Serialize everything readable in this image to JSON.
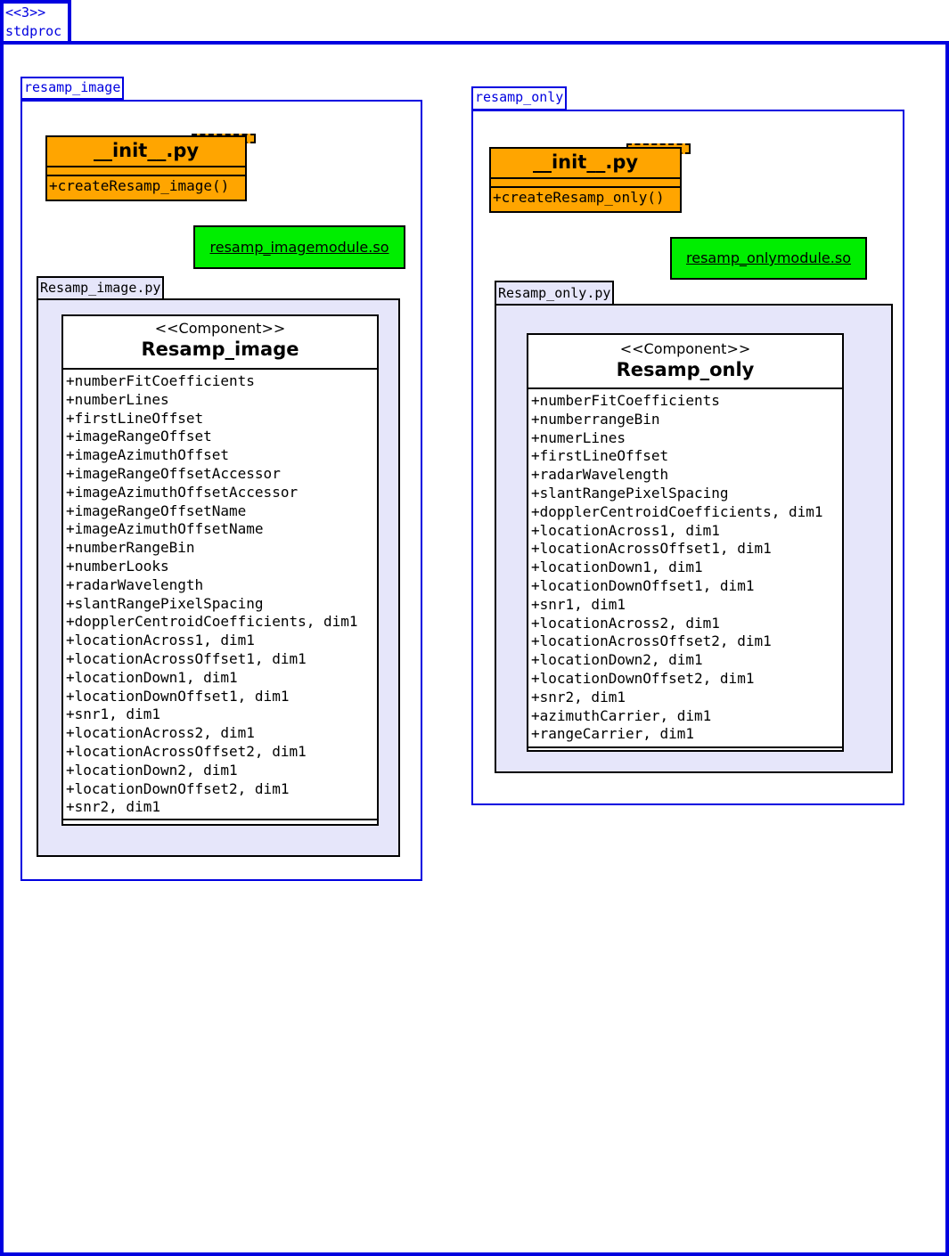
{
  "outer": {
    "stereotype": "<<3>>",
    "name": "stdproc"
  },
  "packages": [
    {
      "name": "resamp_image",
      "init_title": "__init__.py",
      "init_op": "+createResamp_image()",
      "so_file": "resamp_imagemodule.so",
      "py_file": "Resamp_image.py",
      "component": {
        "stereotype": "<<Component>>",
        "name": "Resamp_image",
        "attributes": [
          "+numberFitCoefficients",
          "+numberLines",
          "+firstLineOffset",
          "+imageRangeOffset",
          "+imageAzimuthOffset",
          "+imageRangeOffsetAccessor",
          "+imageAzimuthOffsetAccessor",
          "+imageRangeOffsetName",
          "+imageAzimuthOffsetName",
          "+numberRangeBin",
          "+numberLooks",
          "+radarWavelength",
          "+slantRangePixelSpacing",
          "+dopplerCentroidCoefficients, dim1",
          "+locationAcross1, dim1",
          "+locationAcrossOffset1, dim1",
          "+locationDown1, dim1",
          "+locationDownOffset1, dim1",
          "+snr1, dim1",
          "+locationAcross2, dim1",
          "+locationAcrossOffset2, dim1",
          "+locationDown2, dim1",
          "+locationDownOffset2, dim1",
          "+snr2, dim1"
        ]
      }
    },
    {
      "name": "resamp_only",
      "init_title": "__init__.py",
      "init_op": "+createResamp_only()",
      "so_file": "resamp_onlymodule.so",
      "py_file": "Resamp_only.py",
      "component": {
        "stereotype": "<<Component>>",
        "name": "Resamp_only",
        "attributes": [
          "+numberFitCoefficients",
          "+numberrangeBin",
          "+numerLines",
          "+firstLineOffset",
          "+radarWavelength",
          "+slantRangePixelSpacing",
          "+dopplerCentroidCoefficients, dim1",
          "+locationAcross1, dim1",
          "+locationAcrossOffset1, dim1",
          "+locationDown1, dim1",
          "+locationDownOffset1, dim1",
          "+snr1, dim1",
          "+locationAcross2, dim1",
          "+locationAcrossOffset2, dim1",
          "+locationDown2, dim1",
          "+locationDownOffset2, dim1",
          "+snr2, dim1",
          "+azimuthCarrier, dim1",
          "+rangeCarrier, dim1"
        ]
      }
    }
  ],
  "colors": {
    "package_border": "#0000e0",
    "init_fill": "#ffa500",
    "so_fill": "#00ee00",
    "file_fill": "#e6e6fa"
  }
}
